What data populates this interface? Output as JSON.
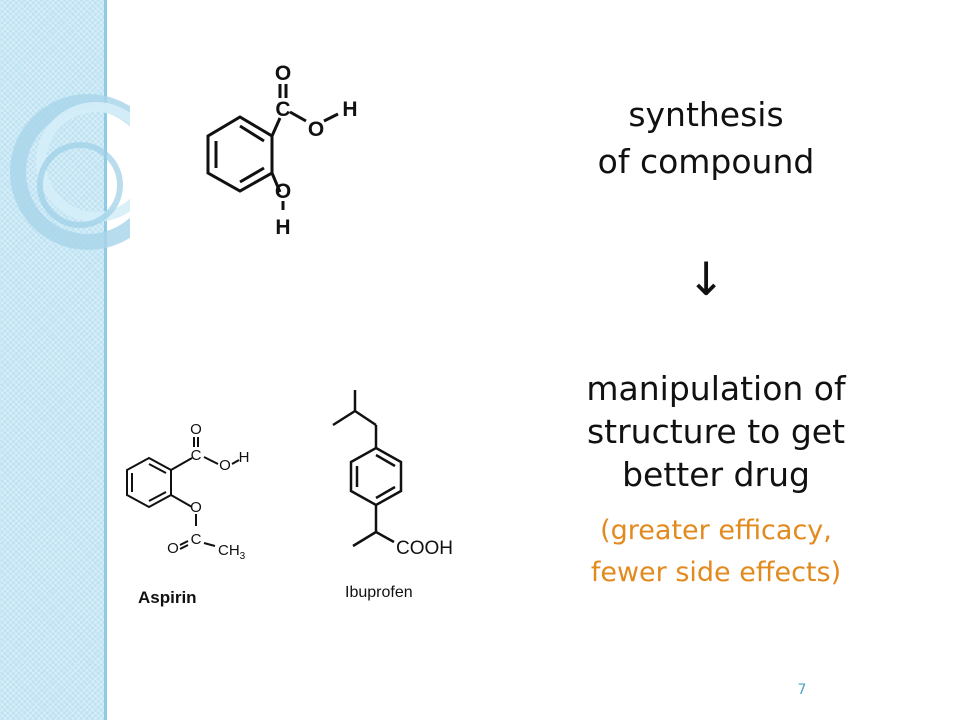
{
  "slide": {
    "heading_line1": "synthesis",
    "heading_line2": "of compound",
    "arrow": "↓",
    "body_line1": "manipulation of",
    "body_line2": "structure to get",
    "body_line3": "better drug",
    "note_line1": "(greater efficacy,",
    "note_line2": "fewer side effects)",
    "page_number": "7"
  },
  "molecules": {
    "salicylic_acid": {
      "atoms": {
        "o_top": "O",
        "c_carbonyl": "C",
        "o_hydroxyl": "O",
        "h_acid": "H",
        "o_phenol": "O",
        "h_phenol": "H"
      }
    },
    "aspirin": {
      "label": "Aspirin",
      "atoms": {
        "o_top": "O",
        "c_carbonyl": "C",
        "o_hydroxyl": "O",
        "h_acid": "H",
        "o_ester": "O",
        "o_acetyl": "O",
        "c_acetyl": "C",
        "methyl": "CH",
        "methyl_sub": "3"
      }
    },
    "ibuprofen": {
      "label": "Ibuprofen",
      "atoms": {
        "cooh": "COOH"
      }
    }
  },
  "colors": {
    "sidebar": "#bfe3f3",
    "note_text": "#e28a1e",
    "page_number": "#4ba3c9"
  }
}
